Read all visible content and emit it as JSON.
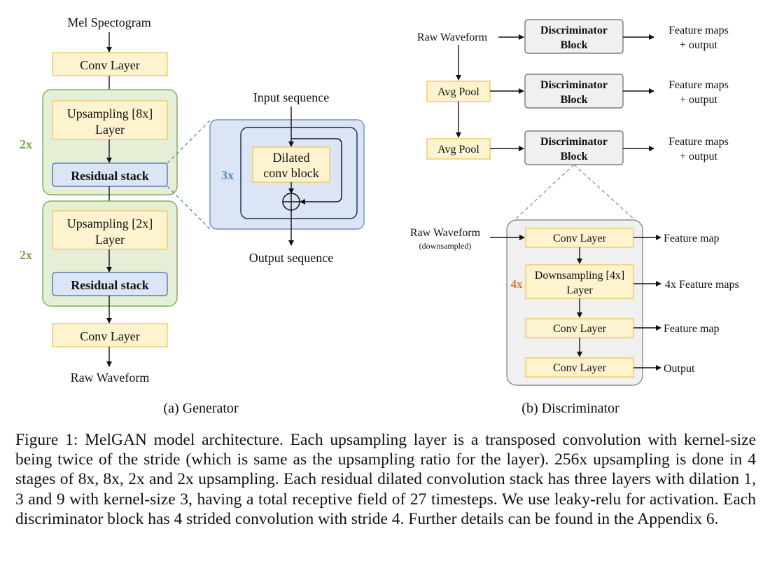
{
  "generator": {
    "input_label": "Mel Spectogram",
    "conv_in": "Conv Layer",
    "stage1": {
      "repeat": "2x",
      "upsampling_line1": "Upsampling [8x]",
      "upsampling_line2": "Layer",
      "residual": "Residual stack"
    },
    "stage2": {
      "repeat": "2x",
      "upsampling_line1": "Upsampling [2x]",
      "upsampling_line2": "Layer",
      "residual": "Residual stack"
    },
    "conv_out": "Conv Layer",
    "output_label": "Raw Waveform",
    "subcaption": "(a) Generator"
  },
  "residual_detail": {
    "input_label": "Input sequence",
    "repeat": "3x",
    "block_line1": "Dilated",
    "block_line2": "conv block",
    "output_label": "Output sequence"
  },
  "discriminator": {
    "input_label": "Raw Waveform",
    "pool1": "Avg Pool",
    "pool2": "Avg Pool",
    "block_line1": "Discriminator",
    "block_line2": "Block",
    "out_line1": "Feature maps",
    "out_line2": "+ output",
    "subcaption": "(b) Discriminator"
  },
  "disc_block_detail": {
    "input_line1": "Raw Waveform",
    "input_line2": "(downsampled)",
    "conv1": "Conv Layer",
    "repeat": "4x",
    "down_line1": "Downsampling [4x]",
    "down_line2": "Layer",
    "conv2": "Conv Layer",
    "conv3": "Conv Layer",
    "out1": "Feature map",
    "out2": "4x Feature maps",
    "out3": "Feature map",
    "out4": "Output"
  },
  "caption": "Figure 1: MelGAN model architecture. Each upsampling layer is a transposed convolution with kernel-size being twice of the stride (which is same as the upsampling ratio for the layer). 256x upsampling is done in 4 stages of 8x, 8x, 2x and 2x upsampling. Each residual dilated convolution stack has three layers with dilation 1, 3 and 9 with kernel-size 3, having a total receptive field of 27 timesteps. We use leaky-relu for activation. Each discriminator block has 4 strided convolution with stride 4. Further details can be found in the Appendix 6."
}
